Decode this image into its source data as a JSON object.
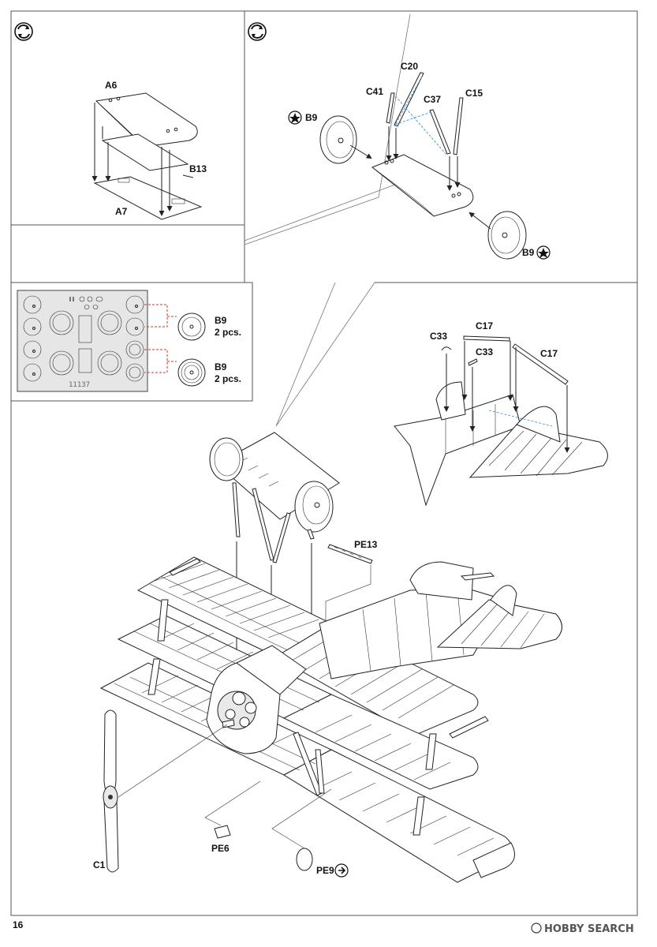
{
  "page": {
    "number": "16"
  },
  "watermark": {
    "text": "HOBBY SEARCH"
  },
  "panel_top_left": {
    "labels": {
      "a6": "A6",
      "b13": "B13",
      "a7": "A7"
    }
  },
  "panel_top_right": {
    "labels": {
      "c20": "C20",
      "c41": "C41",
      "c37": "C37",
      "c15": "C15",
      "b9_left": "B9",
      "b9_right": "B9"
    }
  },
  "masks_panel": {
    "fret_number": "11137",
    "callouts": [
      {
        "part": "B9",
        "qty": "2 pcs."
      },
      {
        "part": "B9",
        "qty": "2 pcs."
      }
    ]
  },
  "tail_detail": {
    "labels": {
      "c33_a": "C33",
      "c17_a": "C17",
      "c33_b": "C33",
      "c17_b": "C17"
    }
  },
  "main_assembly": {
    "labels": {
      "pe13": "PE13",
      "pe6": "PE6",
      "pe9": "PE9",
      "c1": "C1"
    }
  },
  "colors": {
    "mask_cyan": "#aee4ef",
    "guide_red": "#d23a2a",
    "guide_blue": "#3c8fd6",
    "frame": "#555555"
  }
}
